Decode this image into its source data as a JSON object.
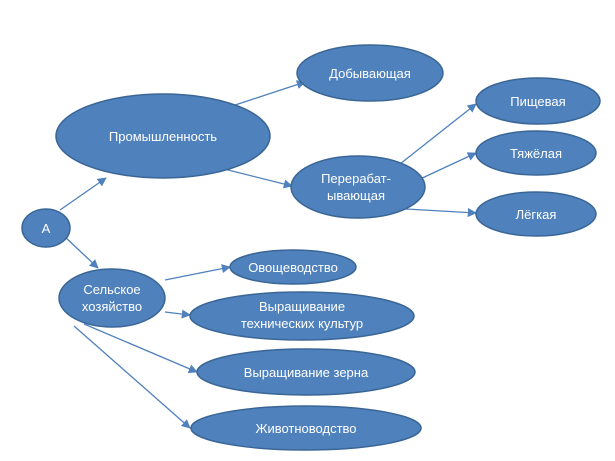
{
  "colors": {
    "node_fill": "#4f81bd",
    "node_stroke": "#3a6696",
    "edge": "#4f81bd",
    "label": "#ffffff"
  },
  "nodes": {
    "a": {
      "label": "А"
    },
    "industry": {
      "label": "Промышленность"
    },
    "mining": {
      "label": "Добывающая"
    },
    "processing": {
      "label_line1": "Перерабат-",
      "label_line2": "ывающая"
    },
    "food": {
      "label": "Пищевая"
    },
    "heavy": {
      "label": "Тяжёлая"
    },
    "light": {
      "label": "Лёгкая"
    },
    "agriculture": {
      "label_line1": "Сельское",
      "label_line2": "хозяйство"
    },
    "vegetables": {
      "label": "Овощеводство"
    },
    "technical_crops": {
      "label_line1": "Выращивание",
      "label_line2": "технических  культур"
    },
    "grain": {
      "label": "Выращивание зерна"
    },
    "livestock": {
      "label": "Животноводство"
    }
  }
}
